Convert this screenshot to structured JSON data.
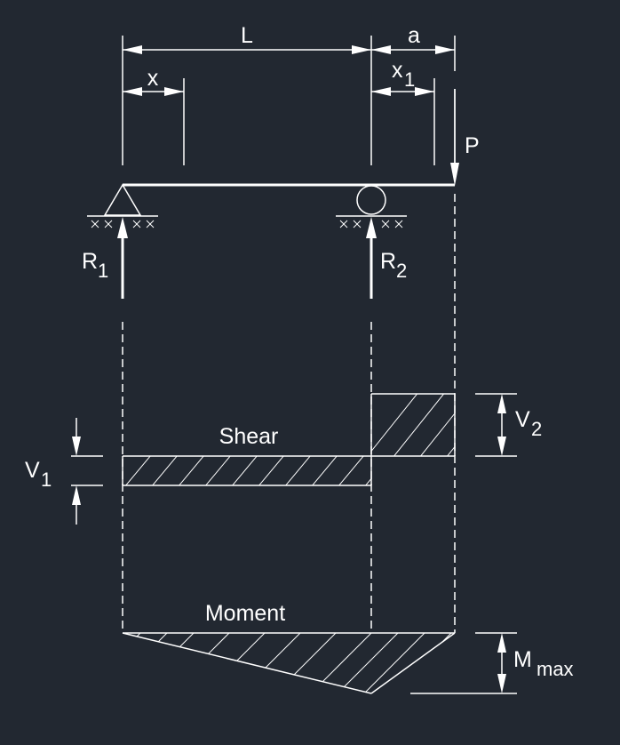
{
  "labels": {
    "L": "L",
    "a": "a",
    "x": "x",
    "x1_main": "x",
    "x1_sub": "1",
    "P": "P",
    "R1_main": "R",
    "R1_sub": "1",
    "R2_main": "R",
    "R2_sub": "2",
    "V1_main": "V",
    "V1_sub": "1",
    "V2_main": "V",
    "V2_sub": "2",
    "shear": "Shear",
    "moment": "Moment",
    "Mmax_main": "M",
    "Mmax_sub": "max"
  },
  "colors": {
    "background": "#222831",
    "stroke": "#ffffff"
  }
}
